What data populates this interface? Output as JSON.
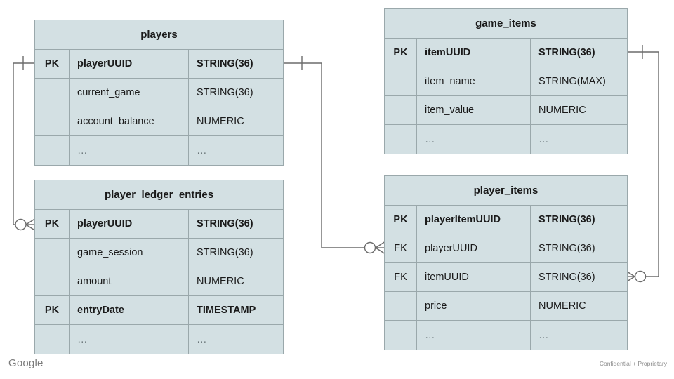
{
  "diagram": {
    "type": "entity-relationship-diagram",
    "palette": {
      "entity_fill": "#d3e0e3",
      "entity_border": "#9aa8ab",
      "connector": "#6b6b6b",
      "text": "#1a1a1a",
      "muted_text": "#6b7679"
    },
    "entities": [
      {
        "id": "players",
        "title": "players",
        "attributes": [
          {
            "key": "PK",
            "name": "playerUUID",
            "type": "STRING(36)",
            "emphasis": true
          },
          {
            "key": "",
            "name": "current_game",
            "type": "STRING(36)",
            "emphasis": false
          },
          {
            "key": "",
            "name": "account_balance",
            "type": "NUMERIC",
            "emphasis": false
          },
          {
            "key": "",
            "name": "…",
            "type": "…",
            "emphasis": false,
            "ellipsis": true
          }
        ]
      },
      {
        "id": "player_ledger_entries",
        "title": "player_ledger_entries",
        "attributes": [
          {
            "key": "PK",
            "name": "playerUUID",
            "type": "STRING(36)",
            "emphasis": true
          },
          {
            "key": "",
            "name": "game_session",
            "type": "STRING(36)",
            "emphasis": false
          },
          {
            "key": "",
            "name": "amount",
            "type": "NUMERIC",
            "emphasis": false
          },
          {
            "key": "PK",
            "name": "entryDate",
            "type": "TIMESTAMP",
            "emphasis": true
          },
          {
            "key": "",
            "name": "…",
            "type": "…",
            "emphasis": false,
            "ellipsis": true
          }
        ]
      },
      {
        "id": "game_items",
        "title": "game_items",
        "attributes": [
          {
            "key": "PK",
            "name": "itemUUID",
            "type": "STRING(36)",
            "emphasis": true
          },
          {
            "key": "",
            "name": "item_name",
            "type": "STRING(MAX)",
            "emphasis": false
          },
          {
            "key": "",
            "name": "item_value",
            "type": "NUMERIC",
            "emphasis": false
          },
          {
            "key": "",
            "name": "…",
            "type": "…",
            "emphasis": false,
            "ellipsis": true
          }
        ]
      },
      {
        "id": "player_items",
        "title": "player_items",
        "attributes": [
          {
            "key": "PK",
            "name": "playerItemUUID",
            "type": "STRING(36)",
            "emphasis": true
          },
          {
            "key": "FK",
            "name": "playerUUID",
            "type": "STRING(36)",
            "emphasis": false
          },
          {
            "key": "FK",
            "name": "itemUUID",
            "type": "STRING(36)",
            "emphasis": false
          },
          {
            "key": "",
            "name": "price",
            "type": "NUMERIC",
            "emphasis": false
          },
          {
            "key": "",
            "name": "…",
            "type": "…",
            "emphasis": false,
            "ellipsis": true
          }
        ]
      }
    ],
    "relationships": [
      {
        "id": "players-to-player-ledger-entries",
        "from": "players.playerUUID",
        "to": "player_ledger_entries.playerUUID",
        "from_cardinality": "one",
        "to_cardinality": "zero-or-many"
      },
      {
        "id": "players-to-player-items",
        "from": "players.playerUUID",
        "to": "player_items.playerUUID",
        "from_cardinality": "one",
        "to_cardinality": "zero-or-many"
      },
      {
        "id": "game-items-to-player-items",
        "from": "game_items.itemUUID",
        "to": "player_items.itemUUID",
        "from_cardinality": "one",
        "to_cardinality": "zero-or-many"
      }
    ]
  },
  "footer": {
    "brand": "Google",
    "note": "Confidential + Proprietary"
  }
}
